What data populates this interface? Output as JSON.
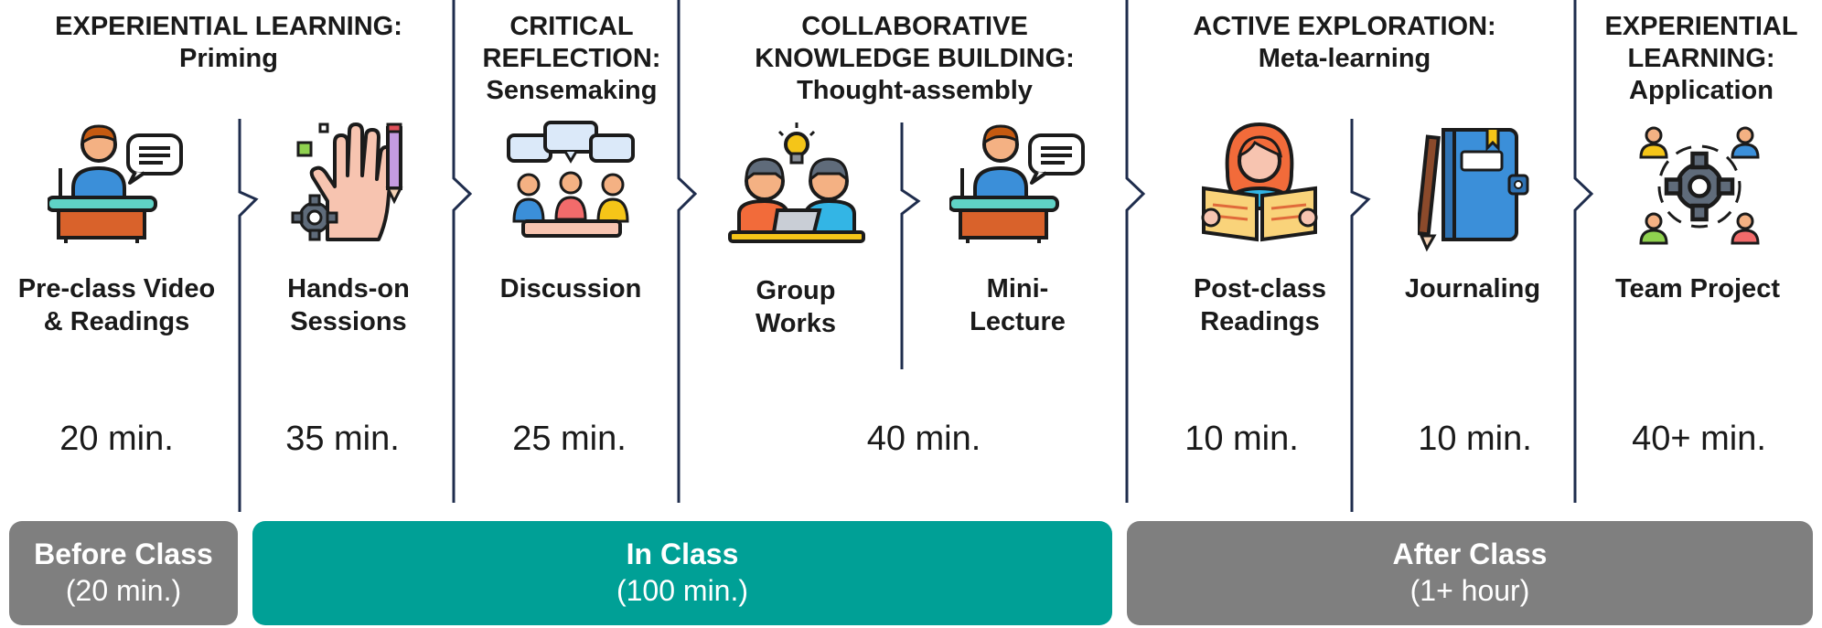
{
  "phases": [
    {
      "id": "priming",
      "line1": "EXPERIENTIAL LEARNING:",
      "line2": "Priming"
    },
    {
      "id": "sensemaking",
      "line1": "CRITICAL",
      "line2": "REFLECTION:",
      "line3": "Sensemaking"
    },
    {
      "id": "thought-assembly",
      "line1": "COLLABORATIVE",
      "line2": "KNOWLEDGE BUILDING:",
      "line3": "Thought-assembly"
    },
    {
      "id": "meta-learning",
      "line1": "ACTIVE EXPLORATION:",
      "line2": "Meta-learning"
    },
    {
      "id": "application",
      "line1": "EXPERIENTIAL",
      "line2": "LEARNING:",
      "line3": "Application"
    }
  ],
  "activities": [
    {
      "line1": "Pre-class Video",
      "line2": "& Readings",
      "icon": "teacher-podium-icon"
    },
    {
      "line1": "Hands-on",
      "line2": "Sessions",
      "icon": "hand-gear-icon"
    },
    {
      "line1": "Discussion",
      "icon": "discussion-group-icon"
    },
    {
      "line1": "Group",
      "line2": "Works",
      "icon": "group-laptop-icon"
    },
    {
      "line1": "Mini-",
      "line2": "Lecture",
      "icon": "teacher-podium-icon"
    },
    {
      "line1": "Post-class",
      "line2": "Readings",
      "icon": "reading-person-icon"
    },
    {
      "line1": "Journaling",
      "icon": "journal-pencil-icon"
    },
    {
      "line1": "Team Project",
      "icon": "team-gear-icon"
    }
  ],
  "durations": [
    "20 min.",
    "35 min.",
    "25 min.",
    "40 min.",
    "10 min.",
    "10 min.",
    "40+ min."
  ],
  "bars": [
    {
      "title": "Before Class",
      "sub": "(20 min.)",
      "color": "#7f7f7f"
    },
    {
      "title": "In Class",
      "sub": "(100 min.)",
      "color": "#00a096"
    },
    {
      "title": "After Class",
      "sub": "(1+ hour)",
      "color": "#7f7f7f"
    }
  ],
  "colors": {
    "divider": "#1f2d4d",
    "teal": "#00a096",
    "gray": "#7f7f7f"
  }
}
